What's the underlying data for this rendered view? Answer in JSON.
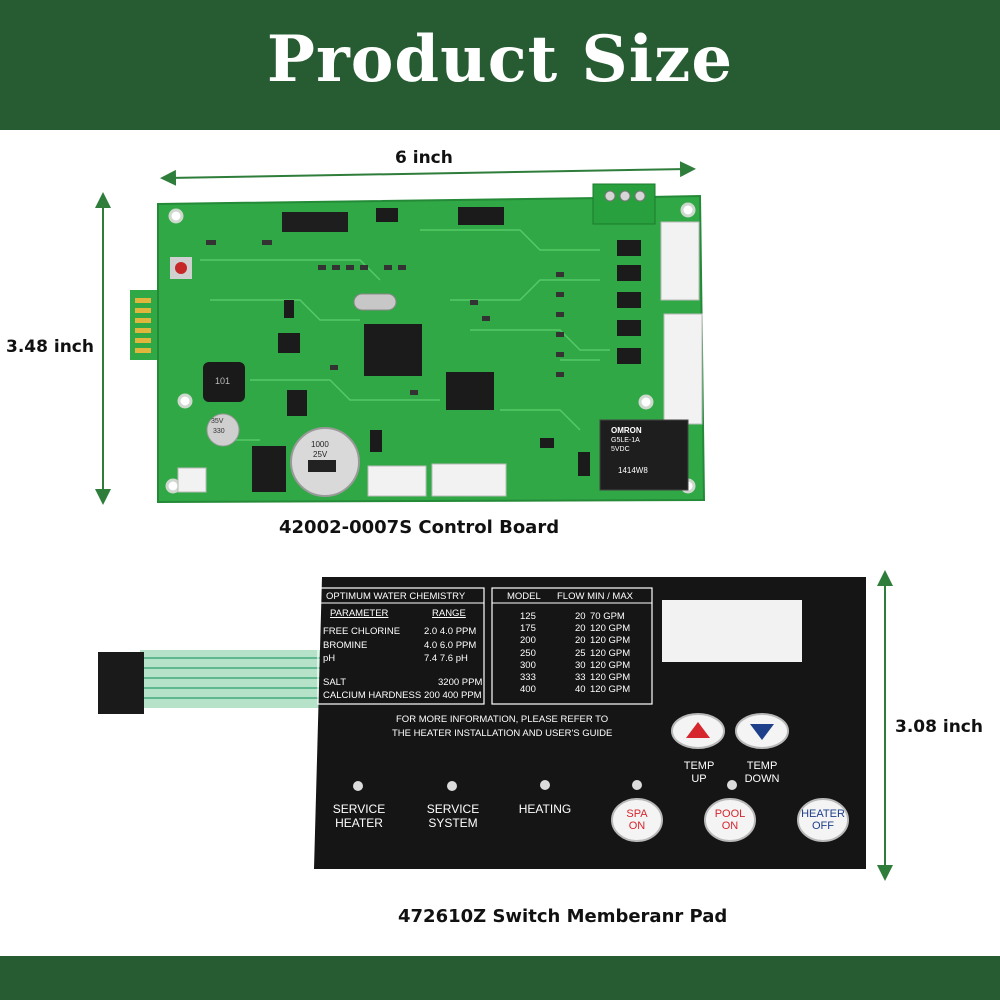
{
  "header": {
    "title": "Product Size"
  },
  "board": {
    "width_label": "6 inch",
    "height_label": "3.48 inch",
    "caption": "42002-0007S Control Board",
    "relay_brand": "OMRON",
    "relay_model": "G5LE-1A",
    "relay_voltage": "5VDC",
    "relay_code": "1414W8",
    "capacitor_value": "1000",
    "capacitor_voltage": "25V",
    "inductor_label": "101",
    "cap2_label": "35V",
    "cap2_value": "330"
  },
  "pad": {
    "height_label": "3.08 inch",
    "caption": "472610Z Switch Memberanr Pad",
    "chemistry_title": "OPTIMUM WATER CHEMISTRY",
    "chemistry_headers": [
      "PARAMETER",
      "RANGE"
    ],
    "chemistry_rows": [
      {
        "param": "FREE CHLORINE",
        "range": "2.0   4.0 PPM"
      },
      {
        "param": "BROMINE",
        "range": "4.0   6.0 PPM"
      },
      {
        "param": "pH",
        "range": "7.4   7.6 pH"
      },
      {
        "param": "SALT",
        "range": "3200 PPM"
      },
      {
        "param": "CALCIUM HARDNESS",
        "range": "200   400 PPM"
      }
    ],
    "flow_headers": [
      "MODEL",
      "FLOW MIN / MAX"
    ],
    "flow_rows": [
      {
        "model": "125",
        "min": "20",
        "max": "70 GPM"
      },
      {
        "model": "175",
        "min": "20",
        "max": "120 GPM"
      },
      {
        "model": "200",
        "min": "20",
        "max": "120 GPM"
      },
      {
        "model": "250",
        "min": "25",
        "max": "120 GPM"
      },
      {
        "model": "300",
        "min": "30",
        "max": "120 GPM"
      },
      {
        "model": "333",
        "min": "33",
        "max": "120 GPM"
      },
      {
        "model": "400",
        "min": "40",
        "max": "120 GPM"
      }
    ],
    "info_line1": "FOR MORE INFORMATION, PLEASE REFER TO",
    "info_line2": "THE HEATER INSTALLATION AND USER'S GUIDE",
    "temp_up": "TEMP UP",
    "temp_down": "TEMP DOWN",
    "indicators": [
      "SERVICE HEATER",
      "SERVICE SYSTEM",
      "HEATING"
    ],
    "buttons": {
      "spa": "SPA ON",
      "pool": "POOL ON",
      "heater": "HEATER OFF"
    }
  },
  "colors": {
    "banner": "#275c33",
    "board": "#2fa845",
    "pad": "#151515",
    "red_button_text": "#d6262e",
    "blue_button_text": "#1e3f8a"
  }
}
